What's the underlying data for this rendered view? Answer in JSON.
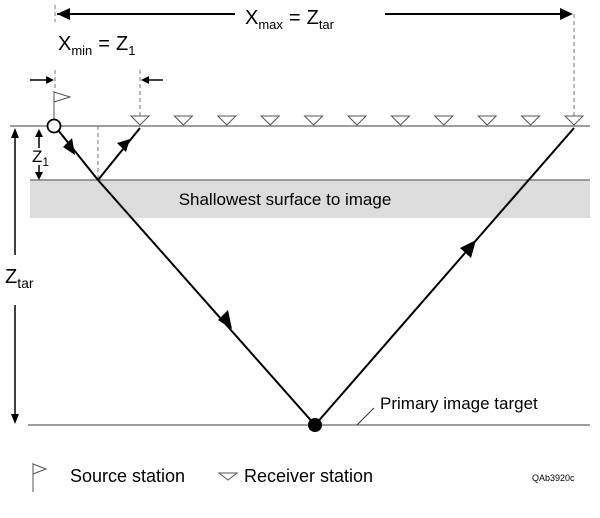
{
  "labels": {
    "xmax_main": "X",
    "xmax_sub": "max",
    "xmax_eq": "=",
    "ztar_main": "Z",
    "ztar_sub": "tar",
    "xmin_main": "X",
    "xmin_sub": "min",
    "xmin_eq": "=",
    "z1_main": "Z",
    "z1_sub": "1",
    "left_z1_main": "Z",
    "left_z1_sub": "1",
    "left_ztar_main": "Z",
    "left_ztar_sub": "tar",
    "shallow_band": "Shallowest surface to image",
    "target": "Primary image target",
    "figure_id": "QAb3920c"
  },
  "legend": {
    "source": "Source station",
    "receiver": "Receiver station"
  },
  "receivers": {
    "count": 11
  },
  "colors": {
    "band": "#dcdcdc",
    "line": "#7f7f7f",
    "ray": "#000000"
  }
}
